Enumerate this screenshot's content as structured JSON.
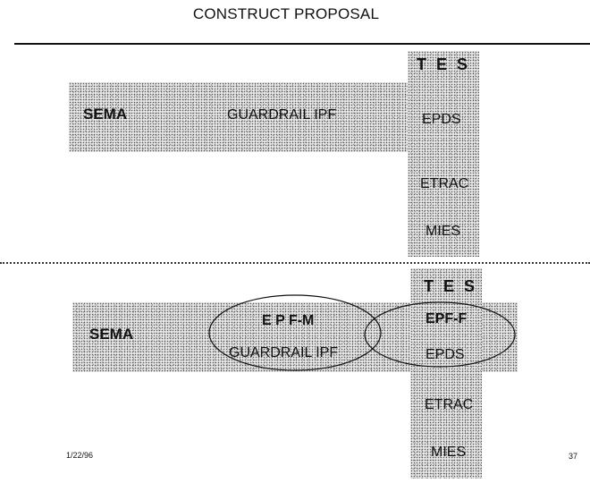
{
  "title": "CONSTRUCT PROPOSAL",
  "top_diagram": {
    "left_label": "SEMA",
    "center_label": "GUARDRAIL  IPF",
    "column_header": "T E S",
    "column_items": [
      "EPDS",
      "ETRAC",
      "MIES"
    ]
  },
  "bottom_diagram": {
    "left_label": "SEMA",
    "oval_left_title": "E P F-M",
    "oval_left_item": "GUARDRAIL  IPF",
    "column_header": "T E S",
    "oval_right_title": "EPF-F",
    "oval_right_item": "EPDS",
    "column_items": [
      "ETRAC",
      "MIES"
    ]
  },
  "footer": {
    "date": "1/22/96",
    "page": "37"
  }
}
